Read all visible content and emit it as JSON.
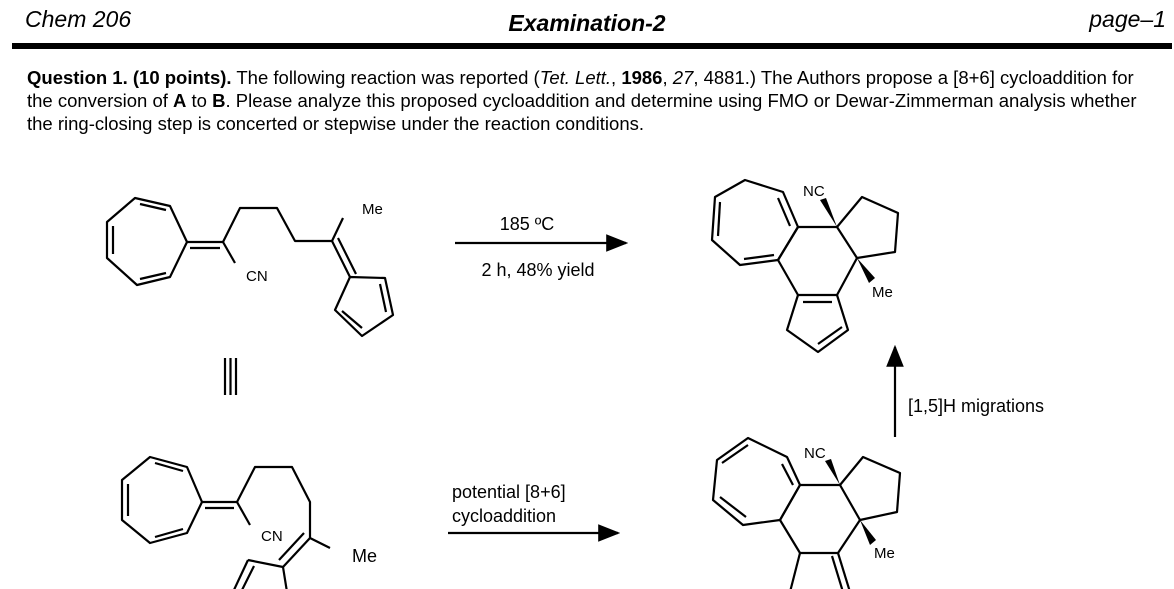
{
  "header": {
    "course": "Chem 206",
    "title": "Examination-2",
    "page": "page–1"
  },
  "question": {
    "label": "Question 1. (10 points).",
    "t1": " The following reaction was reported (",
    "journal": "Tet. Lett.",
    "t2": ", ",
    "year": "1986",
    "t3": ", ",
    "volume": "27",
    "t4": ", 4881.)  The Authors propose a [8+6] cycloaddition for the conversion of ",
    "a": "A",
    "t5": " to ",
    "b": "B",
    "t6": ".  Please analyze this proposed cycloaddition and determine using FMO or Dewar-Zimmerman analysis whether the ring-closing step is concerted or stepwise under the reaction conditions."
  },
  "scheme": {
    "conditions_top": "185 ºC",
    "conditions_bottom": "2 h, 48% yield",
    "equivalence": "|||",
    "cyclo_line1": "potential [8+6]",
    "cyclo_line2": "cycloaddition",
    "migration": "[1,5]H migrations",
    "labels": {
      "me": "Me",
      "cn": "CN",
      "nc": "NC"
    }
  }
}
